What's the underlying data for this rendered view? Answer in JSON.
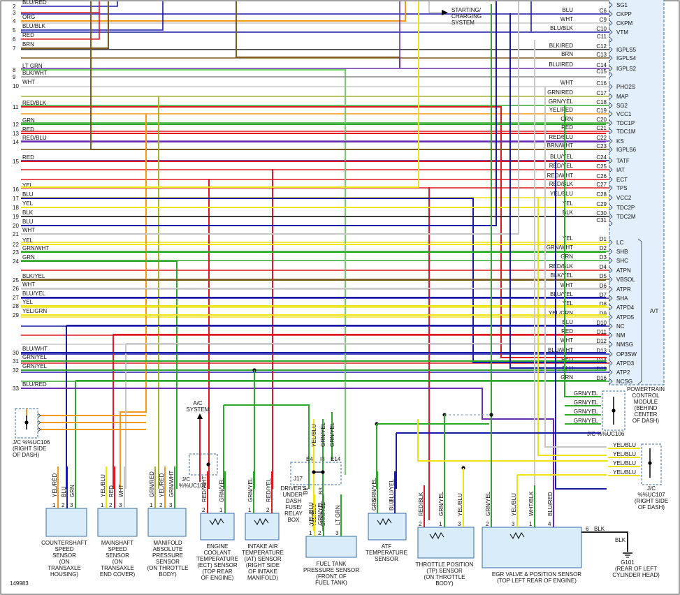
{
  "figure_id": "149983",
  "starting_system": [
    "STARTING/",
    "CHARGING",
    "SYSTEM"
  ],
  "ac_system": [
    "A/C",
    "SYSTEM"
  ],
  "pcm_title": [
    "POWERTRAIN",
    "CONTROL",
    "MODULE",
    "(BEHIND",
    "CENTER",
    "OF DASH)"
  ],
  "at_label": "A/T",
  "left_wires": [
    {
      "num": "2",
      "color": "BLU/RED"
    },
    {
      "num": "4",
      "color": "ORG"
    },
    {
      "num": "5",
      "color": "BLU/BLK"
    },
    {
      "num": "6",
      "color": "RED"
    },
    {
      "num": "7",
      "color": "BRN"
    },
    {
      "num": "8",
      "color": "LT GRN"
    },
    {
      "num": "9",
      "color": "BLK/WHT"
    },
    {
      "num": "10",
      "color": "WHT"
    },
    {
      "num": "11",
      "color": "RED/BLK"
    },
    {
      "num": "12",
      "color": "GRN"
    },
    {
      "num": "13",
      "color": "RED"
    },
    {
      "num": "14",
      "color": "RED/BLU"
    },
    {
      "num": "15",
      "color": "RED"
    },
    {
      "num": "16",
      "color": "YEL"
    },
    {
      "num": "17",
      "color": "BLU"
    },
    {
      "num": "18",
      "color": "YEL"
    },
    {
      "num": "19",
      "color": "BLK"
    },
    {
      "num": "20",
      "color": "BLU"
    },
    {
      "num": "21",
      "color": "WHT"
    },
    {
      "num": "22",
      "color": "YEL"
    },
    {
      "num": "23",
      "color": "GRN/WHT"
    },
    {
      "num": "24",
      "color": "GRN"
    },
    {
      "num": "25",
      "color": "BLK/YEL"
    },
    {
      "num": "26",
      "color": "WHT"
    },
    {
      "num": "27",
      "color": "BLU/YEL"
    },
    {
      "num": "28",
      "color": "YEL"
    },
    {
      "num": "29",
      "color": "YEL/GRN"
    },
    {
      "num": "30",
      "color": "BLU/WHT"
    },
    {
      "num": "31",
      "color": "GRN/YEL"
    },
    {
      "num": "32",
      "color": "GRN/YEL"
    },
    {
      "num": "33",
      "color": "BLU/RED"
    }
  ],
  "left_row_numbers": [
    "2",
    "3",
    "4",
    "5",
    "6",
    "7",
    "8",
    "9",
    "10",
    "11",
    "12",
    "13",
    "14",
    "15",
    "16",
    "17",
    "18",
    "19",
    "20",
    "21",
    "22",
    "23",
    "24",
    "25",
    "26",
    "27",
    "28",
    "29",
    "30",
    "31",
    "32",
    "33"
  ],
  "pcm_pins": [
    {
      "wire": "",
      "pin": "",
      "name": "SG1"
    },
    {
      "wire": "BLU",
      "pin": "C6",
      "name": "CKPP"
    },
    {
      "wire": "WHT",
      "pin": "C9",
      "name": "CKPM"
    },
    {
      "wire": "BLU/BLK",
      "pin": "C10",
      "name": "VTM"
    },
    {
      "wire": "",
      "pin": "C11",
      "name": ""
    },
    {
      "wire": "BLK/RED",
      "pin": "C12",
      "name": "IGPLS5"
    },
    {
      "wire": "BRN",
      "pin": "C13",
      "name": "IGPLS4"
    },
    {
      "wire": "BLU/RED",
      "pin": "C14",
      "name": "IGPLS2"
    },
    {
      "wire": "",
      "pin": "C15",
      "name": ""
    },
    {
      "wire": "WHT",
      "pin": "C16",
      "name": "PHO2S"
    },
    {
      "wire": "GRN/RED",
      "pin": "C17",
      "name": "MAP"
    },
    {
      "wire": "GRN/YEL",
      "pin": "C18",
      "name": "SG2"
    },
    {
      "wire": "YEL/RED",
      "pin": "C19",
      "name": "VCC1"
    },
    {
      "wire": "GRN",
      "pin": "C20",
      "name": "TDC1P"
    },
    {
      "wire": "RED",
      "pin": "C21",
      "name": "TDC1M"
    },
    {
      "wire": "RED/BLU",
      "pin": "C22",
      "name": "KS"
    },
    {
      "wire": "BRN/WHT",
      "pin": "C23",
      "name": "IGPLS6"
    },
    {
      "wire": "BLU/YEL",
      "pin": "C24",
      "name": "TATF"
    },
    {
      "wire": "RED/YEL",
      "pin": "C25",
      "name": "IAT"
    },
    {
      "wire": "RED/WHT",
      "pin": "C26",
      "name": "ECT"
    },
    {
      "wire": "RED/BLK",
      "pin": "C27",
      "name": "TPS"
    },
    {
      "wire": "YEL/BLU",
      "pin": "C28",
      "name": "VCC2"
    },
    {
      "wire": "YEL",
      "pin": "C29",
      "name": "TDC2P"
    },
    {
      "wire": "BLK",
      "pin": "C30",
      "name": "TDC2M"
    },
    {
      "wire": "",
      "pin": "C31",
      "name": ""
    },
    {
      "wire": "YEL",
      "pin": "D1",
      "name": "LC"
    },
    {
      "wire": "GRN/WHT",
      "pin": "D2",
      "name": "SHB"
    },
    {
      "wire": "GRN",
      "pin": "D3",
      "name": "SHC"
    },
    {
      "wire": "RED/BLK",
      "pin": "D4",
      "name": "ATPN"
    },
    {
      "wire": "BLK/YEL",
      "pin": "D5",
      "name": "VBSOL"
    },
    {
      "wire": "WHT",
      "pin": "D6",
      "name": "ATPR"
    },
    {
      "wire": "BLU/YEL",
      "pin": "D7",
      "name": "SHA"
    },
    {
      "wire": "YEL",
      "pin": "D8",
      "name": "ATPD4"
    },
    {
      "wire": "YEL/GRN",
      "pin": "D9",
      "name": "ATPD5"
    },
    {
      "wire": "BLU",
      "pin": "D10",
      "name": "NC"
    },
    {
      "wire": "RED",
      "pin": "D11",
      "name": "NM"
    },
    {
      "wire": "WHT",
      "pin": "D12",
      "name": "NMSG"
    },
    {
      "wire": "BLU/WHT",
      "pin": "D13",
      "name": "OP3SW"
    },
    {
      "wire": "RED",
      "pin": "D14",
      "name": "ATPD3"
    },
    {
      "wire": "BLU",
      "pin": "D15",
      "name": "ATP2"
    },
    {
      "wire": "GRN",
      "pin": "D16",
      "name": "NCSG"
    }
  ],
  "jc_uc106_left": {
    "label": "J/C %%UC106",
    "location": [
      "(RIGHT SIDE",
      "OF DASH)"
    ]
  },
  "jc_uc106_right": {
    "label": "J/C %%UC106",
    "wires": [
      "GRN/YEL",
      "GRN/YEL",
      "GRN/YEL",
      "GRN/YEL"
    ]
  },
  "jc_uc107_mid": {
    "label": [
      "J/C",
      "%%UC107"
    ]
  },
  "jc_uc107_right": {
    "label": [
      "J/C",
      "%%UC107",
      "(RIGHT SIDE",
      "OF DASH)"
    ],
    "wires": [
      "YEL/BLU",
      "YEL/BLU",
      "YEL/BLU",
      "YEL/BLU"
    ]
  },
  "fuse_box": {
    "label": [
      "DRIVER'S",
      "UNDER-",
      "DASH",
      "FUSE/",
      "RELAY",
      "BOX"
    ],
    "terminals": [
      "E4",
      "I8",
      "J17",
      "B1",
      "B3"
    ],
    "top_wires": [
      "YEL/BLU",
      "GRN/YEL",
      "GRN/YEL"
    ],
    "b_wires": [
      "YEL/BLU",
      "GRN/YEL"
    ],
    "e14_label": "E14"
  },
  "sensors": [
    {
      "id": "countershaft",
      "name": [
        "COUNTERSHAFT",
        "SPEED",
        "SENSOR",
        "(ON",
        "TRANSAXLE",
        "HOUSING)"
      ],
      "wires": [
        "YEL/RED",
        "BLU",
        "GRN"
      ],
      "pins": [
        "1",
        "2",
        "3"
      ]
    },
    {
      "id": "mainshaft",
      "name": [
        "MAINSHAFT",
        "SPEED",
        "SENSOR",
        "(ON",
        "TRANSAXLE",
        "END COVER)"
      ],
      "wires": [
        "YEL/BLU",
        "RED",
        "WHT"
      ],
      "pins": [
        "1",
        "2",
        "3"
      ]
    },
    {
      "id": "map",
      "name": [
        "MANIFOLD",
        "ABSOLUTE",
        "PRESSURE",
        "SENSOR",
        "(ON THROTTLE",
        "BODY)"
      ],
      "wires": [
        "GRN/RED",
        "YEL/RED",
        "GRN/WHT"
      ],
      "pins": [
        "1",
        "2",
        "3"
      ]
    },
    {
      "id": "ect",
      "name": [
        "ENGINE",
        "COOLANT",
        "TEMPERATURE",
        "(ECT) SENSOR",
        "(TOP REAR",
        "OF ENGINE)"
      ],
      "wires": [
        "RED/WHT",
        "GRN/YEL"
      ],
      "pins": [
        "2",
        "1"
      ]
    },
    {
      "id": "iat",
      "name": [
        "INTAKE AIR",
        "TEMPERATURE",
        "(IAT) SENSOR",
        "(RIGHT SIDE",
        "OF INTAKE",
        "MANIFOLD)"
      ],
      "wires": [
        "GRN/YEL",
        "RED/YEL"
      ],
      "pins": [
        "1",
        "2"
      ]
    },
    {
      "id": "fuel",
      "name": [
        "FUEL TANK",
        "PRESSURE SENSOR",
        "(FRONT OF",
        "FUEL TANK)"
      ],
      "wires": [
        "YEL/BLU",
        "GRN/YEL",
        "LT GRN"
      ],
      "pins": [
        "1",
        "2",
        "3"
      ]
    },
    {
      "id": "atf",
      "name": [
        "ATF",
        "TEMPERATURE",
        "SENSOR"
      ],
      "wires": [
        "GRN/YEL",
        "BLU/YEL"
      ],
      "bottom_wires": [
        "GRN",
        "BLU"
      ]
    },
    {
      "id": "tp",
      "name": [
        "THROTTLE POSITION",
        "(TP) SENSOR",
        "(ON THROTTLE",
        "BODY)"
      ],
      "wires": [
        "RED/BLK",
        "GRN/YEL",
        "YEL/BLU"
      ],
      "pins": [
        "2",
        "1",
        "3"
      ]
    },
    {
      "id": "egr",
      "name": [
        "EGR VALVE & POSITION SENSOR",
        "(TOP LEFT REAR OF ENGINE)"
      ],
      "wires": [
        "GRN/YEL",
        "YEL/BLU",
        "WHT/BLK",
        "BLU/RED"
      ],
      "pins": [
        "2",
        "3",
        "1",
        "4"
      ]
    }
  ],
  "ground": {
    "pin": "6",
    "wire": "BLK",
    "wire2": "BLK",
    "name": "G101",
    "location": [
      "(REAR OF LEFT",
      "CYLINDER HEAD)"
    ]
  },
  "colors": {
    "red": "#e0191e",
    "blue": "#1a1aa8",
    "yellow": "#f0e312",
    "green": "#2ea82b",
    "orange": "#f39a1c",
    "brown": "#7d5a1e",
    "white": "#c8c8c8",
    "purple": "#6a2fb0",
    "black": "#222222",
    "pcm_fill": "#e3f0fb",
    "ltgreen": "#6fd36a",
    "olive": "#a9b12c"
  }
}
